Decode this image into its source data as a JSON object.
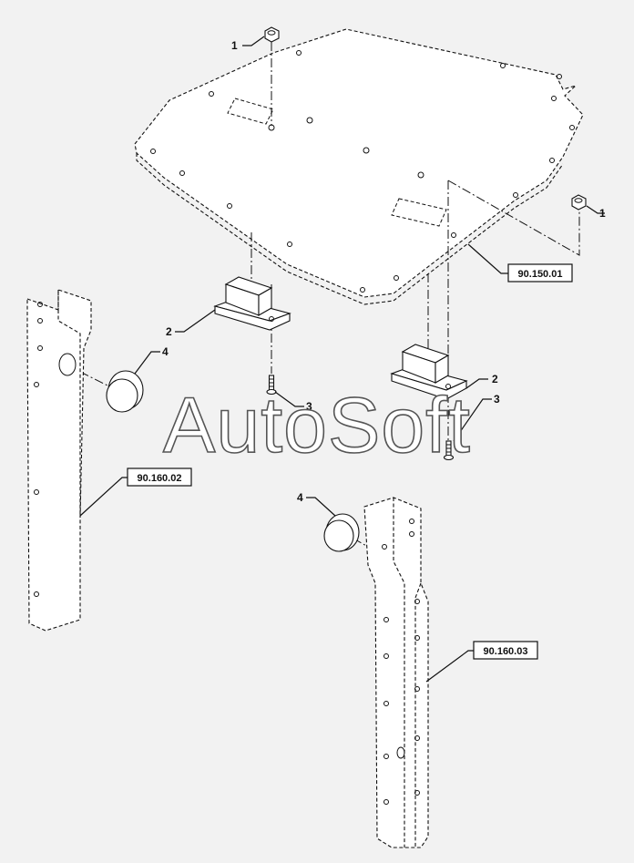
{
  "watermark": "AutoSoft",
  "callouts": {
    "c1a": "1",
    "c1b": "1",
    "c2a": "2",
    "c2b": "2",
    "c3a": "3",
    "c3b": "3",
    "c4a": "4",
    "c4b": "4"
  },
  "references": {
    "floor": "90.150.01",
    "left_post": "90.160.02",
    "right_post": "90.160.03"
  }
}
